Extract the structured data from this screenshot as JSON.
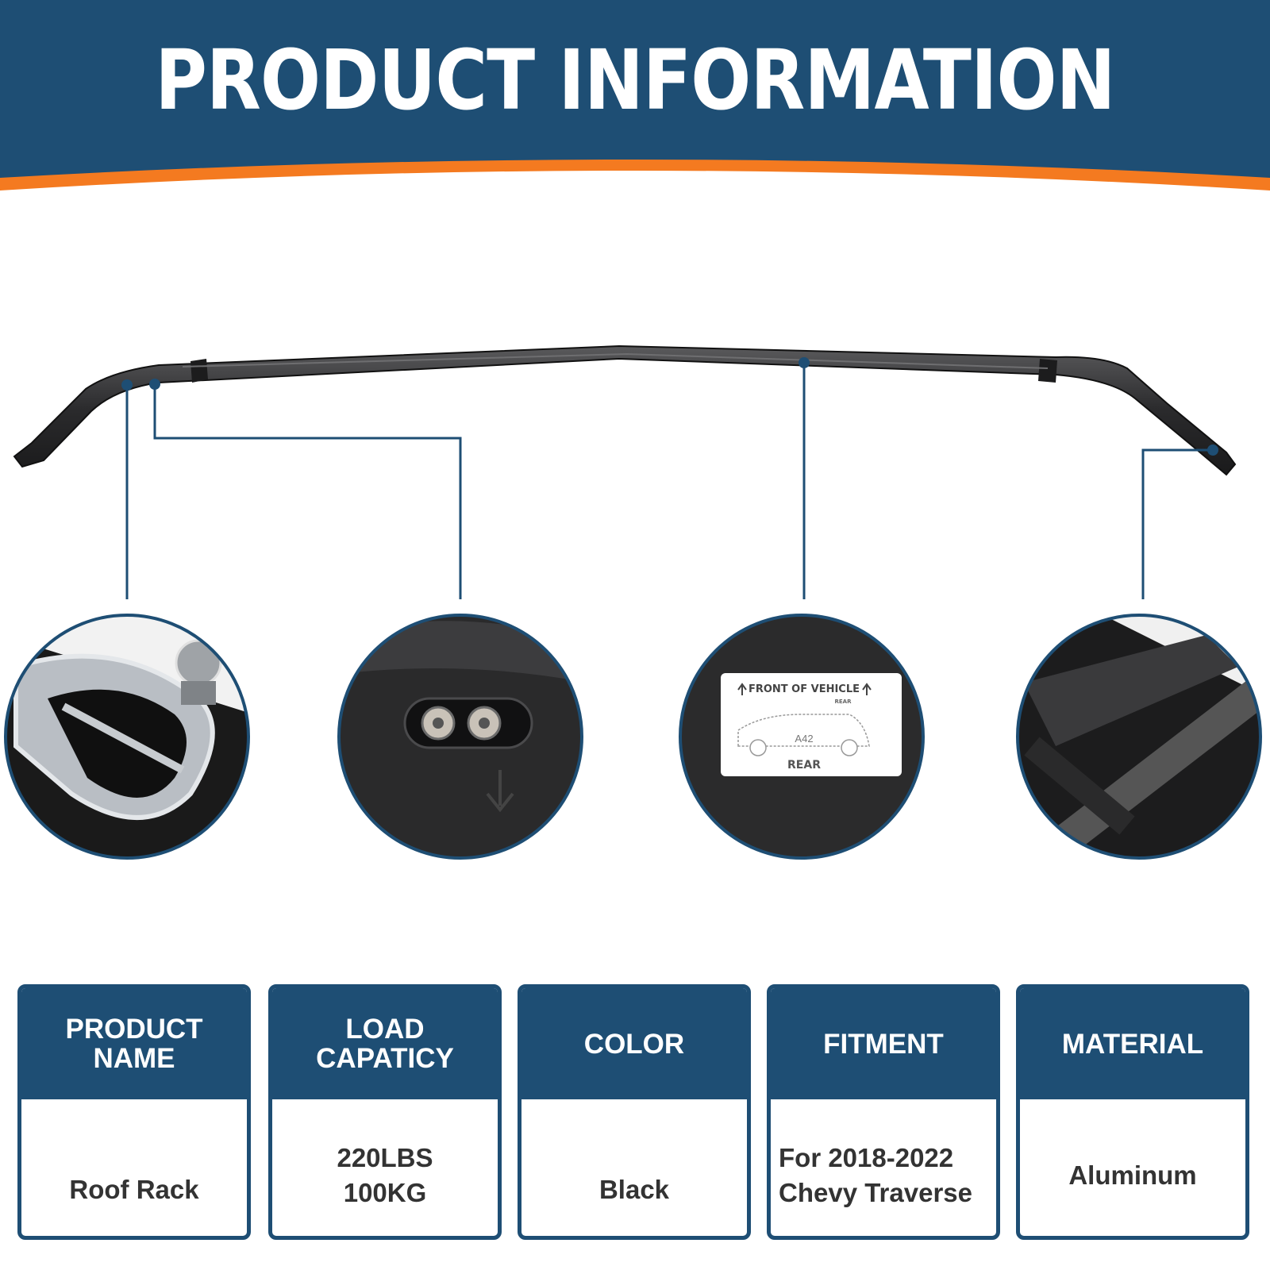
{
  "header": {
    "title": "PRODUCT INFORMATION",
    "bg_color": "#1e4e74",
    "accent_color": "#f47a20"
  },
  "details": {
    "label_front": "FRONT OF VEHICLE",
    "label_rear_small": "REAR",
    "label_model": "A42",
    "label_rear": "REAR"
  },
  "specs": [
    {
      "heading": "PRODUCT\nNAME",
      "value": "Roof Rack"
    },
    {
      "heading": "LOAD\nCAPATICY",
      "value": "220LBS\n100KG"
    },
    {
      "heading": "COLOR",
      "value": "Black"
    },
    {
      "heading": "FITMENT",
      "value": "For 2018-2022\nChevy Traverse"
    },
    {
      "heading": "MATERIAL",
      "value": "Aluminum"
    }
  ]
}
